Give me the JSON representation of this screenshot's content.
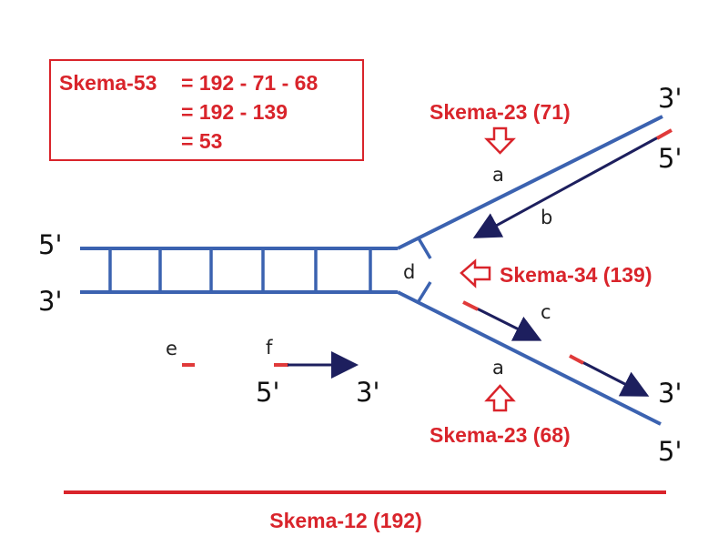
{
  "formula": {
    "line1_name": "Skema-53",
    "line1_expr": "= 192 - 71 - 68",
    "line2_expr": "= 192 - 139",
    "line3_expr": "= 53"
  },
  "labels": {
    "top_callout": "Skema-23 (71)",
    "bottom_callout": "Skema-23 (68)",
    "fork_callout": "Skema-34 (139)",
    "baseline": "Skema-12 (192)"
  },
  "strand_ends": {
    "left_top": "5'",
    "left_bottom": "3'",
    "right_upper_outer": "3'",
    "right_upper_inner": "5'",
    "right_lower_arrow_end": "3'",
    "right_lower_outer": "5'",
    "primer_start": "5'",
    "primer_end": "3'"
  },
  "segments": {
    "a_top": "a",
    "b": "b",
    "c": "c",
    "a_bottom": "a",
    "d": "d",
    "e": "e",
    "f": "f"
  },
  "colors": {
    "strand_blue": "#3b62b0",
    "arrow_navy": "#1d1f5e",
    "primer_red": "#e03a3a",
    "annotation_red": "#d9242b"
  }
}
